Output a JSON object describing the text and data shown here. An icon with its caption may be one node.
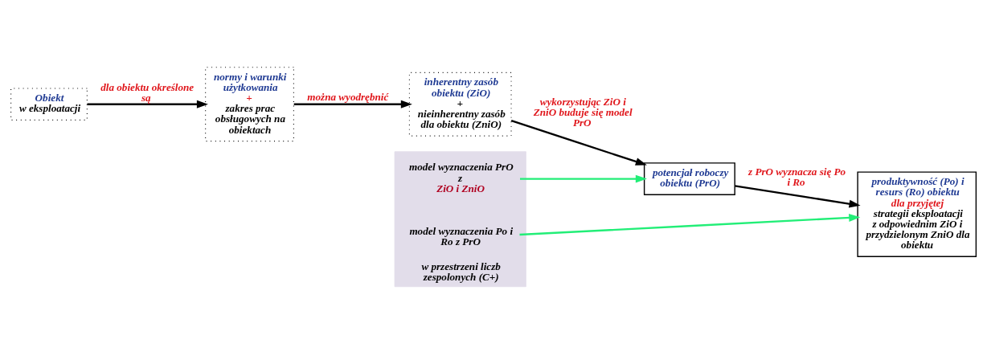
{
  "diagram": {
    "nodes": [
      {
        "text": [
          "Obiekt",
          "w eksploatacji"
        ]
      },
      {
        "text": [
          "normy i warunki użytkowania",
          "+",
          "zakres prac obsługowych na obiektach"
        ]
      },
      {
        "text": [
          "inherentny zasób obiektu (ZiO)",
          "+",
          "nieinherentny zasób dla obiektu (ZniO)"
        ]
      },
      {
        "text": [
          "potencjał roboczy obiektu (PrO)"
        ]
      },
      {
        "text": [
          "w przestrzeni liczb zespolonych (C+)"
        ]
      },
      {
        "text": [
          "model wyznaczenia PrO z",
          "ZiO i ZniO"
        ],
        "in": 4
      },
      {
        "text": [
          "model wyznaczenia Po i Ro z PrO"
        ],
        "in": 4
      },
      {
        "text": [
          "produktywność (Po) i resurs (Ro) obiektu",
          "dla przyjętej",
          "strategii eksploatacji z odpowiednim ZiO i przydzielonym ZniO dla obiektu"
        ]
      }
    ],
    "edges": [
      {
        "from": 0,
        "to": 1,
        "arrow": "to",
        "label": "dla obiektu określone są"
      },
      {
        "from": 1,
        "to": 2,
        "arrow": "to",
        "label": "można wyodrębnić"
      },
      {
        "from": 2,
        "to": 3,
        "arrow": "to",
        "label": "wykorzystując ZiO i ZniO buduje się model PrO"
      },
      {
        "from": 3,
        "to": 7,
        "arrow": "to",
        "label": "z PrO wyznacza się Po i Ro"
      },
      {
        "from": 5,
        "to": 3,
        "arrow": "to",
        "color": "#22ee77"
      },
      {
        "from": 6,
        "to": 7,
        "arrow": "to",
        "color": "#22ee77"
      }
    ]
  }
}
